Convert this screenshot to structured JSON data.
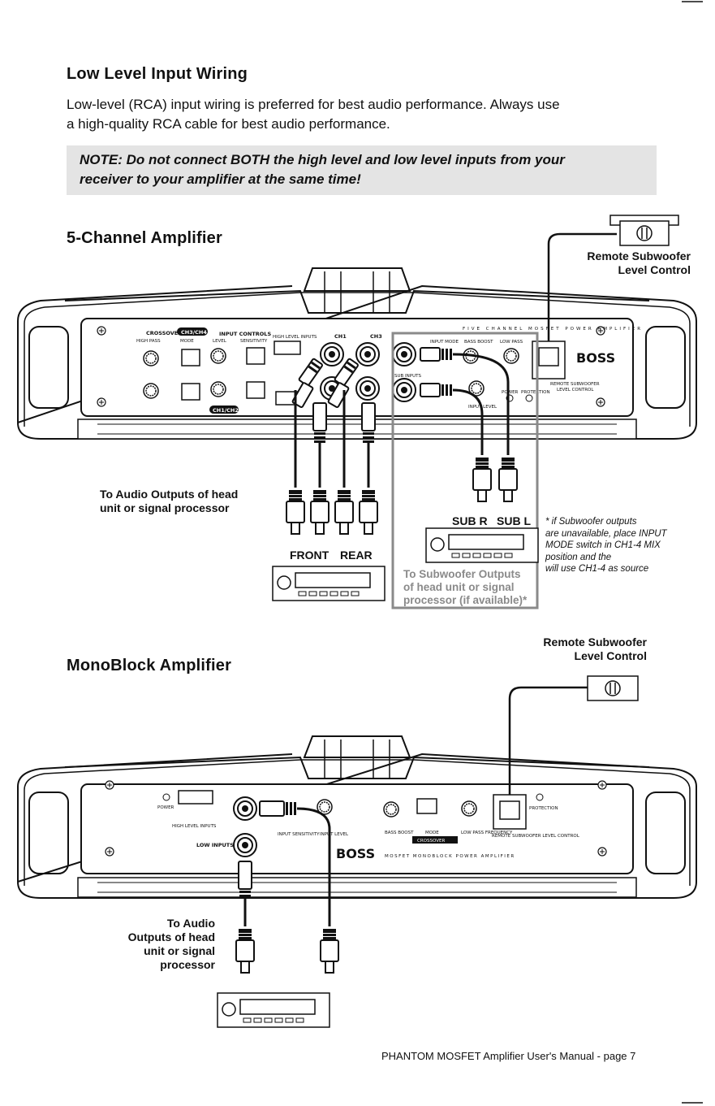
{
  "section": {
    "title": "Low Level Input Wiring",
    "intro_line1": "Low-level (RCA) input wiring is preferred for best audio performance. Always use",
    "intro_line2": "a high-quality RCA cable for best audio performance.",
    "note_line1": "NOTE: Do not connect BOTH the high level and low level inputs from your",
    "note_line2": "receiver to your amplifier at the same time!"
  },
  "five_channel": {
    "title": "5-Channel Amplifier",
    "remote_line1": "Remote Subwoofer",
    "remote_line2": "Level Control",
    "audio_out_line1": "To Audio Outputs of head",
    "audio_out_line2": "unit or signal processor",
    "front": "FRONT",
    "rear": "REAR",
    "sub_r": "SUB R",
    "sub_l": "SUB L",
    "sub_out_line1": "To Subwoofer Outputs",
    "sub_out_line2": "of head unit or signal",
    "sub_out_line3": "processor (if available)*",
    "asterisk_line1": "* if Subwoofer outputs",
    "asterisk_line2": "are unavailable, place INPUT",
    "asterisk_line3": "MODE switch in CH1-4 MIX",
    "asterisk_line4": "position and the",
    "asterisk_line5": "will use CH1-4 as source",
    "panel": {
      "crossover": "CROSSOVER",
      "high_pass": "HIGH PASS",
      "mode": "MODE",
      "input_controls": "INPUT CONTROLS",
      "level": "LEVEL",
      "sensitivity": "SENSITIVITY",
      "high_level_inputs": "HIGH LEVEL INPUTS",
      "ch1": "CH1",
      "ch3": "CH3",
      "ch34": "CH3/CH4",
      "ch12": "CH1/CH2",
      "sub_inputs": "SUB INPUTS",
      "input_mode": "INPUT MODE",
      "bass_boost": "BASS BOOST",
      "low_pass": "LOW PASS",
      "input_level": "INPUT LEVEL",
      "power": "POWER",
      "protection": "PROTECTION",
      "remote_sub": "REMOTE SUBWOOFER",
      "level_control": "LEVEL CONTROL",
      "brand": "BOSS",
      "banner": "FIVE CHANNEL MOSFET POWER AMPLIFIER"
    }
  },
  "monoblock": {
    "title": "MonoBlock Amplifier",
    "remote_line1": "Remote Subwoofer",
    "remote_line2": "Level Control",
    "audio_out_line1": "To Audio",
    "audio_out_line2": "Outputs of head",
    "audio_out_line3": "unit or signal",
    "audio_out_line4": "processor",
    "panel": {
      "power": "POWER",
      "high_level_inputs": "HIGH LEVEL INPUTS",
      "low_inputs": "LOW INPUTS",
      "input_sensitivity": "INPUT SENSITIVITY",
      "input_level": "INPUT LEVEL",
      "bass_boost": "BASS BOOST",
      "mode": "MODE",
      "crossover": "CROSSOVER",
      "low_pass_freq": "LOW PASS FREQUENCY",
      "protection": "PROTECTION",
      "remote_sub": "REMOTE SUBWOOFER LEVEL CONTROL",
      "brand": "BOSS",
      "banner": "MOSFET MONOBLOCK POWER AMPLIFIER"
    }
  },
  "footer": "PHANTOM MOSFET Amplifier User's Manual - page 7"
}
